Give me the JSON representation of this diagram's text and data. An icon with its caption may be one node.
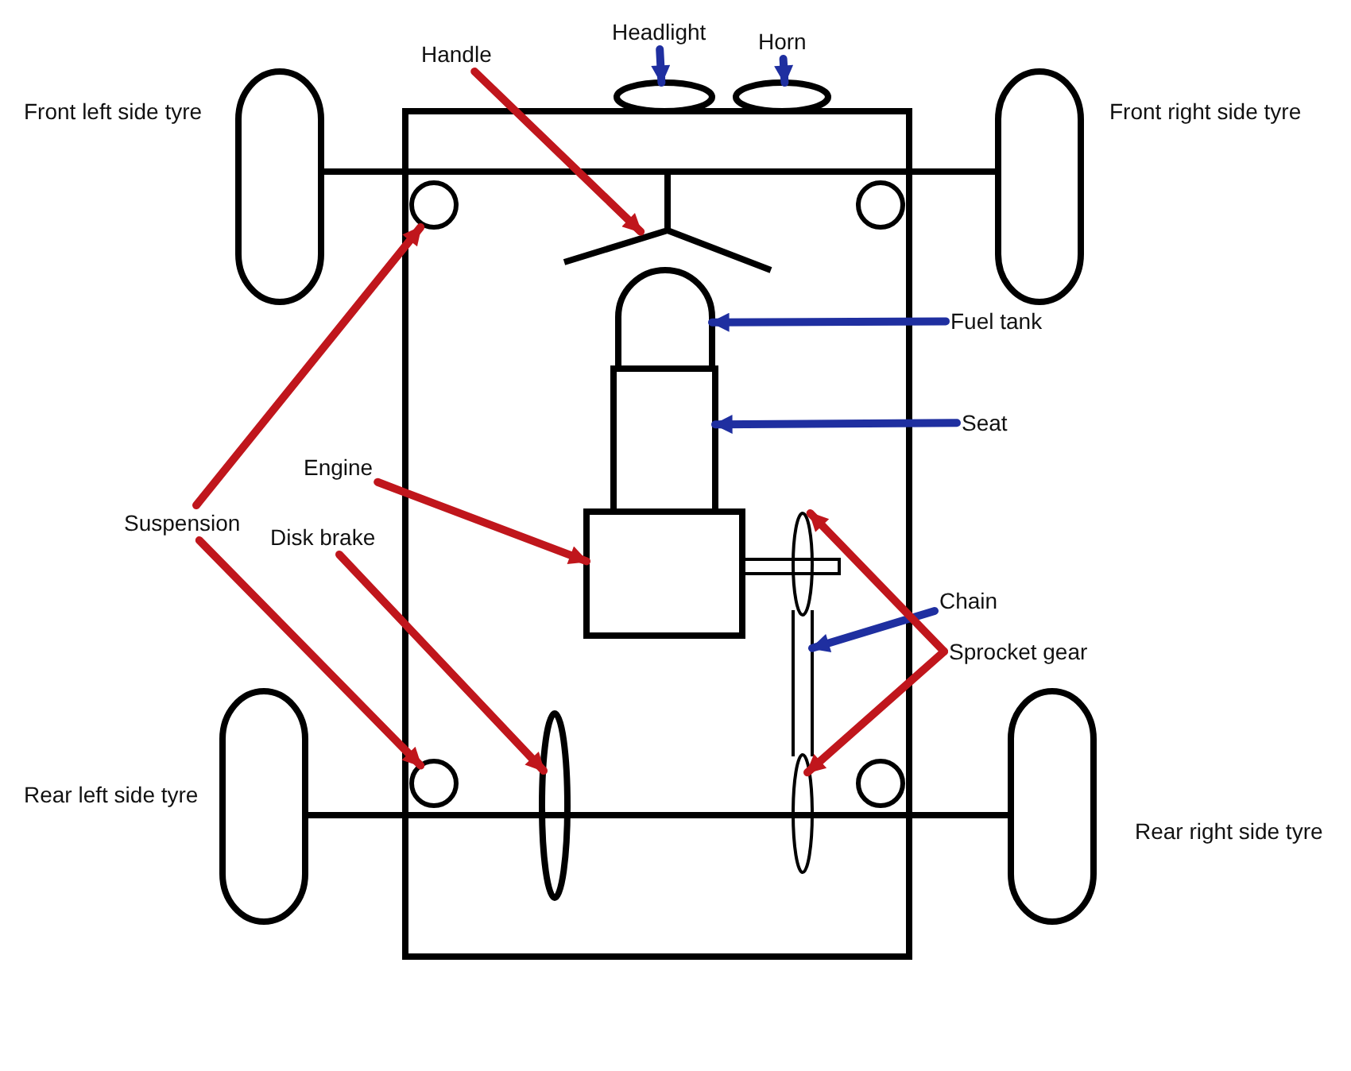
{
  "diagram": {
    "nodes": [
      {
        "text": [
          "Handle"
        ]
      },
      {
        "text": [],
        "shape": "bar"
      },
      {
        "text": [
          "Headlight"
        ]
      },
      {
        "text": [],
        "shape": "ellipse"
      },
      {
        "text": [
          "Horn"
        ]
      },
      {
        "text": [],
        "shape": "ellipse"
      },
      {
        "text": [
          "Fuel tank"
        ]
      },
      {
        "text": [],
        "shape": "dome"
      },
      {
        "text": [
          "Seat"
        ]
      },
      {
        "text": [],
        "shape": "box"
      },
      {
        "text": [
          "Engine"
        ]
      },
      {
        "text": [],
        "shape": "box"
      },
      {
        "text": [
          "Suspension"
        ]
      },
      {
        "text": [],
        "shape": "circle"
      },
      {
        "text": [
          "Disk brake"
        ]
      },
      {
        "text": [],
        "shape": "ellipse"
      },
      {
        "text": [
          "Chain"
        ]
      },
      {
        "text": [],
        "shape": "chain"
      },
      {
        "text": [
          "Sprocket gear"
        ]
      },
      {
        "text": [],
        "shape": "ellipse"
      },
      {
        "text": [],
        "shape": "ellipse"
      },
      {
        "text": [],
        "shape": "tyre",
        "beside": [
          "Front left side tyre"
        ]
      },
      {
        "text": [],
        "shape": "tyre",
        "beside": [
          "Front right side tyre"
        ]
      },
      {
        "text": [],
        "shape": "tyre",
        "beside": [
          "Rear left side tyre"
        ]
      },
      {
        "text": [],
        "shape": "tyre",
        "beside": [
          "Rear right side tyre"
        ]
      },
      {
        "text": [],
        "shape": "circle"
      },
      {
        "text": [],
        "shape": "circle"
      },
      {
        "text": [],
        "shape": "circle"
      }
    ],
    "edges": [
      {
        "from": 0,
        "to": 1,
        "arrow": "to"
      },
      {
        "from": 2,
        "to": 3,
        "arrow": "to",
        "color": "#1f2fa0"
      },
      {
        "from": 4,
        "to": 5,
        "arrow": "to",
        "color": "#1f2fa0"
      },
      {
        "from": 6,
        "to": 7,
        "arrow": "to",
        "color": "#1f2fa0"
      },
      {
        "from": 8,
        "to": 9,
        "arrow": "to",
        "color": "#1f2fa0"
      },
      {
        "from": 10,
        "to": 11,
        "arrow": "to"
      },
      {
        "from": 12,
        "to": 25,
        "arrow": "to"
      },
      {
        "from": 12,
        "to": 13,
        "arrow": "to"
      },
      {
        "from": 14,
        "to": 15,
        "arrow": "to"
      },
      {
        "from": 16,
        "to": 17,
        "arrow": "to",
        "color": "#1f2fa0"
      },
      {
        "from": 18,
        "to": 19,
        "arrow": "to"
      },
      {
        "from": 18,
        "to": 20,
        "arrow": "to"
      }
    ]
  }
}
